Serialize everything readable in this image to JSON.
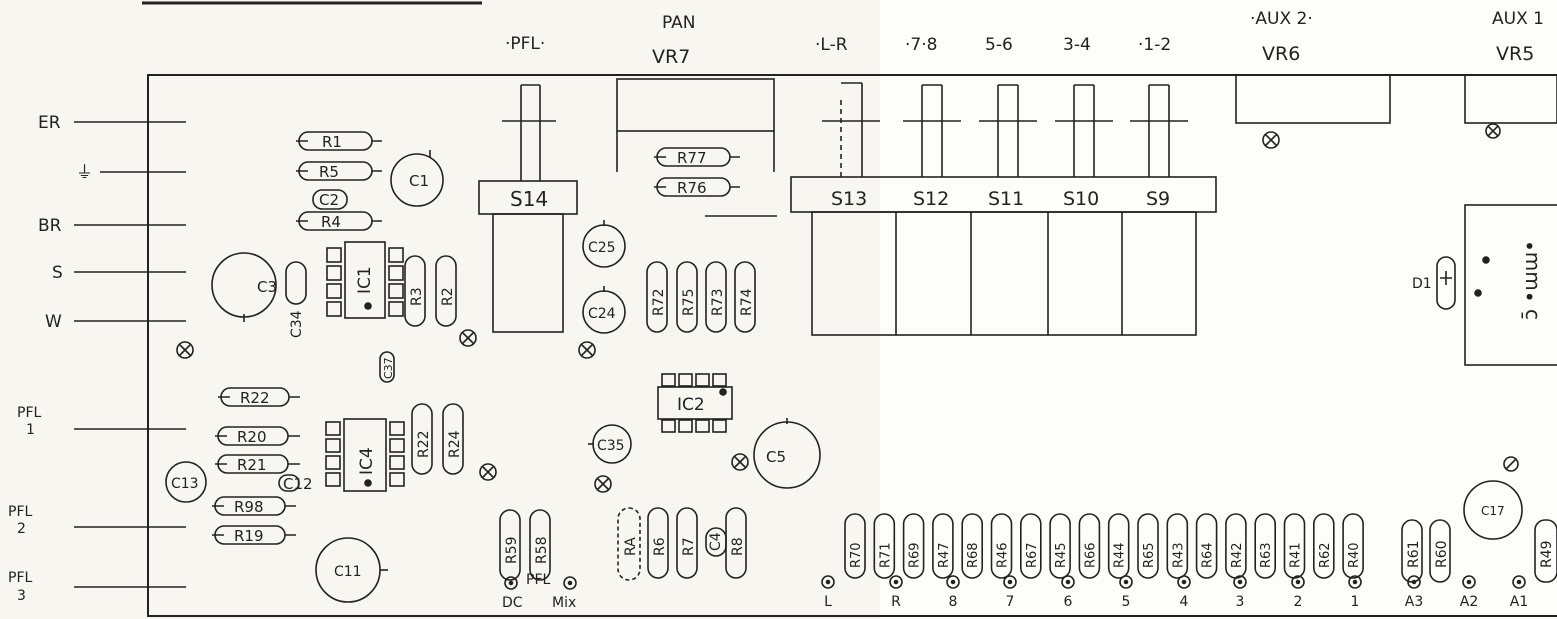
{
  "header_labels": [
    {
      "key": "pfl",
      "text": "·PFL·"
    },
    {
      "key": "pan",
      "text": "PAN"
    },
    {
      "key": "vr7",
      "text": "VR7"
    },
    {
      "key": "lr",
      "text": "·L-R"
    },
    {
      "key": "s78",
      "text": "·7·8"
    },
    {
      "key": "s56",
      "text": "5-6"
    },
    {
      "key": "s34",
      "text": "3-4"
    },
    {
      "key": "s12",
      "text": "·1-2"
    },
    {
      "key": "aux2",
      "text": "·AUX 2·"
    },
    {
      "key": "vr6",
      "text": "VR6"
    },
    {
      "key": "aux1",
      "text": "AUX 1"
    },
    {
      "key": "vr5",
      "text": "VR5"
    }
  ],
  "left_terminals": [
    {
      "key": "er",
      "text": "ER"
    },
    {
      "key": "gnd",
      "text": "⏚"
    },
    {
      "key": "br",
      "text": "BR"
    },
    {
      "key": "s",
      "text": "S"
    },
    {
      "key": "w",
      "text": "W"
    }
  ],
  "pfl_terminals": [
    {
      "key": "pfl1",
      "lines": [
        "PFL",
        "1"
      ]
    },
    {
      "key": "pfl2",
      "lines": [
        "PFL",
        "2"
      ]
    },
    {
      "key": "pfl3",
      "lines": [
        "PFL",
        "3"
      ]
    }
  ],
  "switches": {
    "s14": "S14",
    "bank": [
      "S13",
      "S12",
      "S11",
      "S10",
      "S9"
    ]
  },
  "ics": {
    "ic1": "IC1",
    "ic2": "IC2",
    "ic4": "IC4"
  },
  "resistors_h": [
    {
      "key": "r1",
      "text": "R1"
    },
    {
      "key": "r5",
      "text": "R5"
    },
    {
      "key": "c2",
      "text": "C2"
    },
    {
      "key": "r4",
      "text": "R4"
    },
    {
      "key": "r77",
      "text": "R77"
    },
    {
      "key": "r76",
      "text": "R76"
    },
    {
      "key": "r22a",
      "text": "R22"
    },
    {
      "key": "r20",
      "text": "R20"
    },
    {
      "key": "r21",
      "text": "R21"
    },
    {
      "key": "r98",
      "text": "R98"
    },
    {
      "key": "r19",
      "text": "R19"
    }
  ],
  "resistors_v": [
    {
      "key": "r3",
      "text": "R3"
    },
    {
      "key": "r2",
      "text": "R2"
    },
    {
      "key": "r72",
      "text": "R72"
    },
    {
      "key": "r75",
      "text": "R75"
    },
    {
      "key": "r73",
      "text": "R73"
    },
    {
      "key": "r74",
      "text": "R74"
    },
    {
      "key": "r22b",
      "text": "R22"
    },
    {
      "key": "r24",
      "text": "R24"
    },
    {
      "key": "r59",
      "text": "R59"
    },
    {
      "key": "r58",
      "text": "R58"
    },
    {
      "key": "ra",
      "text": "RA"
    },
    {
      "key": "r6",
      "text": "R6"
    },
    {
      "key": "r7",
      "text": "R7"
    },
    {
      "key": "r8",
      "text": "R8"
    },
    {
      "key": "r61",
      "text": "R61"
    },
    {
      "key": "r60",
      "text": "R60"
    },
    {
      "key": "r49",
      "text": "R49"
    }
  ],
  "bottom_resistors": [
    "R70",
    "R71",
    "R69",
    "R47",
    "R68",
    "R46",
    "R67",
    "R45",
    "R66",
    "R44",
    "R65",
    "R43",
    "R64",
    "R42",
    "R63",
    "R41",
    "R62",
    "R40"
  ],
  "capacitors": [
    {
      "key": "c1",
      "text": "C1"
    },
    {
      "key": "c3",
      "text": "C3"
    },
    {
      "key": "c34",
      "text": "C34"
    },
    {
      "key": "c37",
      "text": "C37"
    },
    {
      "key": "c25",
      "text": "C25"
    },
    {
      "key": "c24",
      "text": "C24"
    },
    {
      "key": "c35",
      "text": "C35"
    },
    {
      "key": "c5",
      "text": "C5"
    },
    {
      "key": "c13",
      "text": "C13"
    },
    {
      "key": "c12",
      "text": "C12"
    },
    {
      "key": "c11",
      "text": "C11"
    },
    {
      "key": "c4",
      "text": "C4"
    },
    {
      "key": "c17",
      "text": "C17"
    }
  ],
  "diode": "D1",
  "pfl_outputs": {
    "pfl": "PFL",
    "dc": "DC",
    "mix": "Mix"
  },
  "output_pads": [
    "L",
    "R",
    "8",
    "7",
    "6",
    "5",
    "4",
    "3",
    "2",
    "1",
    "A3",
    "A2",
    "A1"
  ]
}
